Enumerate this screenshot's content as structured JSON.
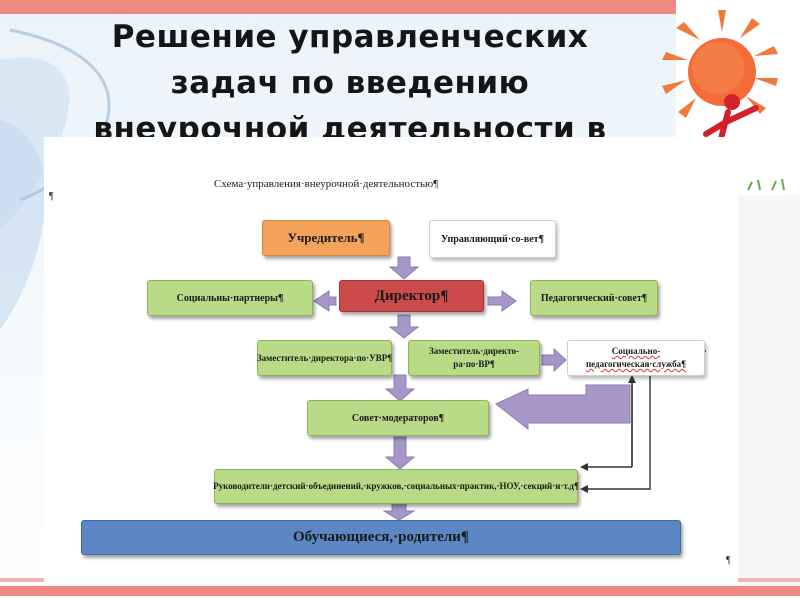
{
  "slide": {
    "title_lines": [
      "Решение управленческих",
      "задач по введению",
      "внеурочной деятельности в"
    ]
  },
  "scheme": {
    "title": "Схема·управления·внеурочной·деятельностью¶",
    "pilcrow": "¶",
    "boxes": {
      "founder": "Учредитель¶",
      "board": "Управляющий·со-вет¶",
      "partners": "Социальны·партнеры¶",
      "director": "Директор¶",
      "ped_council": "Педагогический·совет¶",
      "deputy_uvr": "Заместитель·директора·по·УВР¶",
      "deputy_vr": "Заместитель·директо-ра·по·ВР¶",
      "social_service": "Социально-педагогическая·служба¶",
      "moderators": "Совет·модераторов¶",
      "leaders": "Руководители·детский·объединений,·кружков,·социальных·практик,·НОУ,·секций·и·т.д¶",
      "students": "Обучающиеся,·родители¶"
    }
  },
  "colors": {
    "accent_bar": "#f08a80",
    "box_green": "#b9da86",
    "box_orange": "#f5a25a",
    "box_red": "#cc4a4a",
    "box_blue": "#5c87c4",
    "arrow_purple": "#a797c9"
  },
  "icons": [
    "sun-figure-icon"
  ]
}
